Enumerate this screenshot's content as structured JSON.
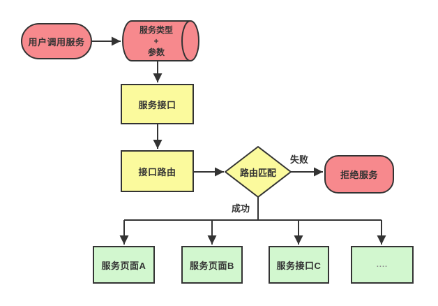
{
  "diagram": {
    "nodes": {
      "start": {
        "label": "用户调用服务",
        "shape": "terminator"
      },
      "params": {
        "label": "服务类型\n+\n参数",
        "shape": "stored-data"
      },
      "service_interface": {
        "label": "服务接口",
        "shape": "process"
      },
      "interface_route": {
        "label": "接口路由",
        "shape": "process"
      },
      "route_match": {
        "label": "路由匹配",
        "shape": "decision"
      },
      "deny_service": {
        "label": "拒绝服务",
        "shape": "terminator"
      },
      "service_page_a": {
        "label": "服务页面A",
        "shape": "process"
      },
      "service_page_b": {
        "label": "服务页面B",
        "shape": "process"
      },
      "service_interface_c": {
        "label": "服务接口C",
        "shape": "process"
      },
      "more": {
        "label": "....",
        "shape": "process"
      }
    },
    "edge_labels": {
      "fail": "失败",
      "success": "成功"
    },
    "colors": {
      "node_pink": "#F7898D",
      "node_yellow": "#FBFA9D",
      "node_green": "#D2F7CF",
      "outline": "#333333",
      "arrow": "#333333",
      "label_text": "#333333",
      "muted_text": "#8A8A8A",
      "background": "#FFFFFF"
    }
  }
}
